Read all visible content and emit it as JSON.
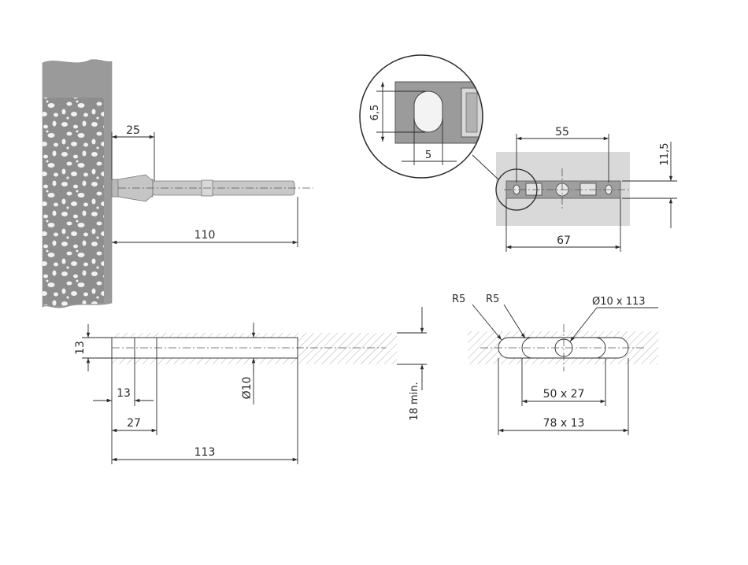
{
  "side_view": {
    "dim_embed": "25",
    "dim_length": "110"
  },
  "detail_view": {
    "dim_slot_height": "6,5",
    "dim_slot_width": "5",
    "dim_hole_spacing": "55",
    "dim_plate_height": "11,5",
    "dim_plate_length": "67"
  },
  "section_view": {
    "dim_bore_diameter": "13",
    "dim_counterbore_depth": "13",
    "dim_step_depth": "27",
    "dim_total_depth": "113",
    "dim_hole_diameter": "Ø10",
    "dim_min_thickness": "18 min."
  },
  "slot_view": {
    "radius_left": "R5",
    "radius_right": "R5",
    "hole_spec": "Ø10 x 113",
    "dim_inner_slot": "50 x 27",
    "dim_outer_slot": "78 x 13"
  },
  "colors": {
    "line": "#2a2a2a",
    "wall": "#9a9a9a",
    "hatch": "#b0b0b0",
    "metal": "#c8c8c8",
    "plate_bg": "#d9d9d9"
  }
}
